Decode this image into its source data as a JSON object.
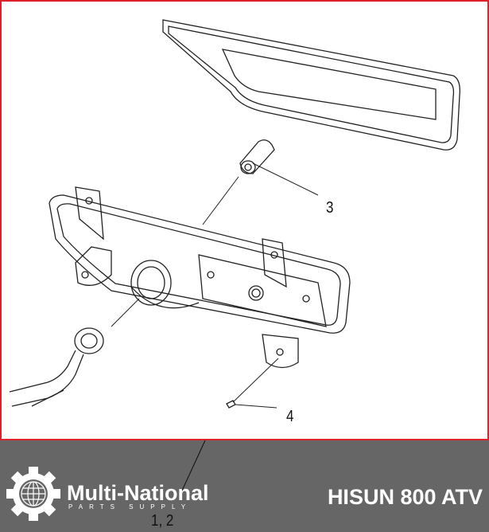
{
  "diagram": {
    "callouts": [
      {
        "label": "3"
      },
      {
        "label": "4"
      },
      {
        "label": "1, 2"
      }
    ],
    "border_color": "#e0202a"
  },
  "footer": {
    "brand_name": "Multi-National",
    "brand_subtitle": "PARTS SUPPLY",
    "model": "HISUN 800 ATV",
    "background_color": "#666666",
    "logo_icon": "gear-globe-icon"
  }
}
